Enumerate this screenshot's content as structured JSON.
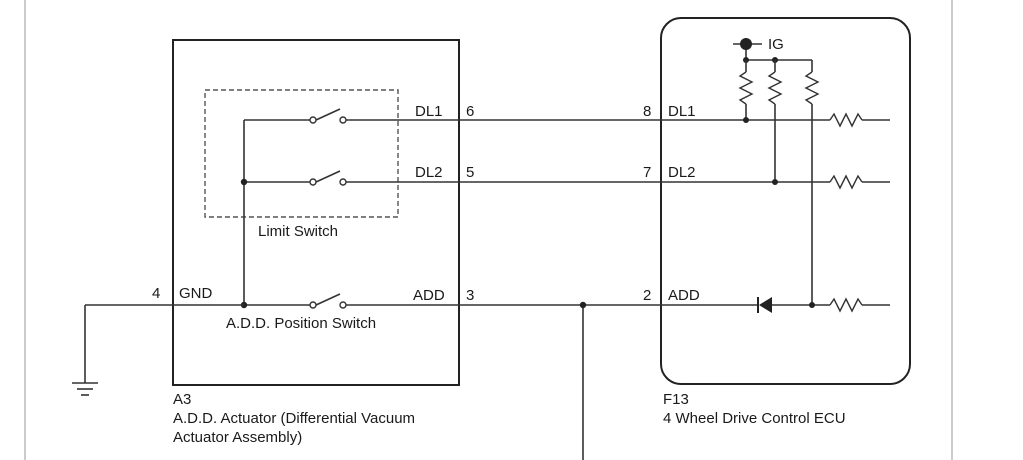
{
  "actuator": {
    "ref": "A3",
    "name_line1": "A.D.D. Actuator (Differential Vacuum",
    "name_line2": "Actuator Assembly)",
    "limit_switch_label": "Limit Switch",
    "position_switch_label": "A.D.D. Position Switch",
    "pins": [
      {
        "num": "6",
        "name": "DL1"
      },
      {
        "num": "5",
        "name": "DL2"
      },
      {
        "num": "3",
        "name": "ADD"
      },
      {
        "num": "4",
        "name": "GND"
      }
    ]
  },
  "ecu": {
    "ref": "F13",
    "name": "4 Wheel Drive Control ECU",
    "supply_label": "IG",
    "pins": [
      {
        "num": "8",
        "name": "DL1"
      },
      {
        "num": "7",
        "name": "DL2"
      },
      {
        "num": "2",
        "name": "ADD"
      }
    ]
  }
}
